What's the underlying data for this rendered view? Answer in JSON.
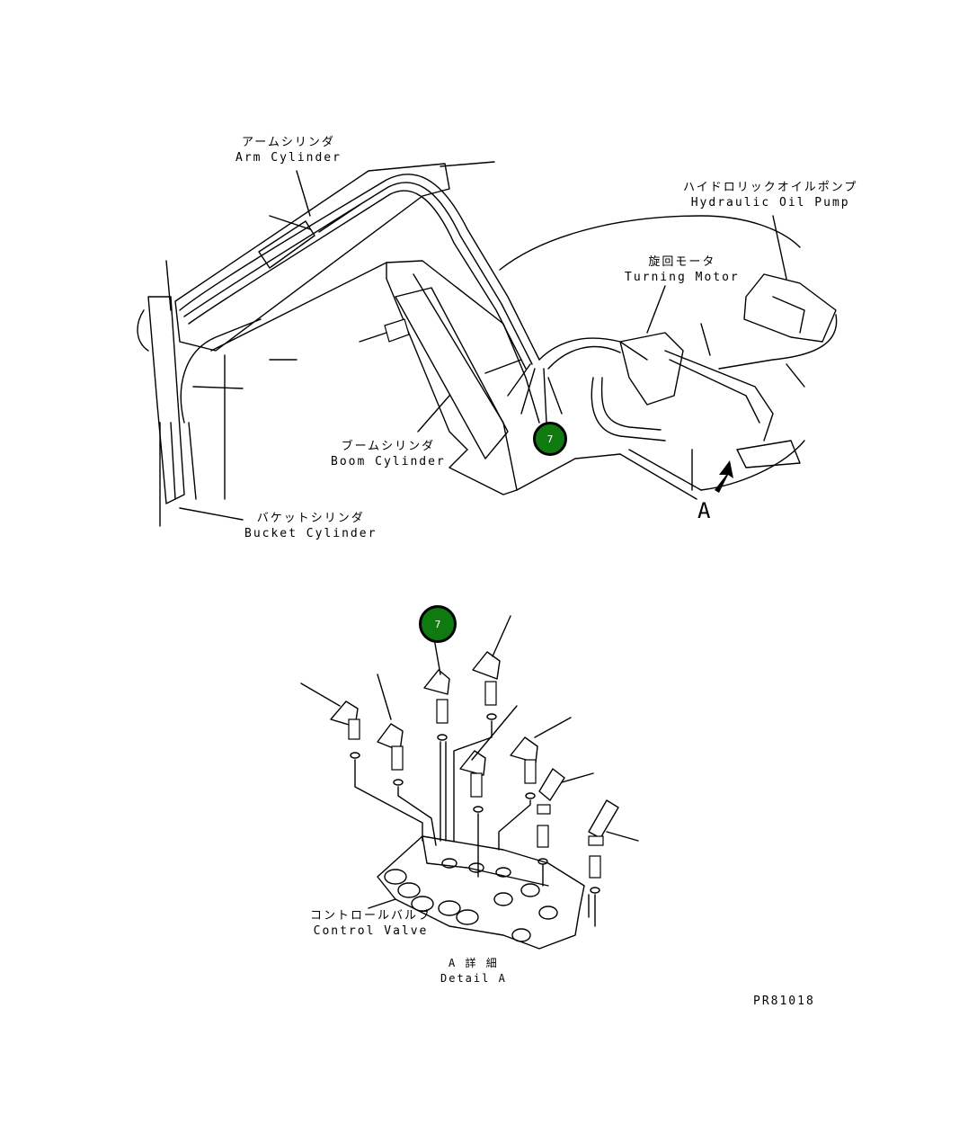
{
  "labels": {
    "arm_cylinder": {
      "jp": "アームシリンダ",
      "en": "Arm Cylinder"
    },
    "hydraulic_pump": {
      "jp": "ハイドロリックオイルポンプ",
      "en": "Hydraulic Oil Pump"
    },
    "turning_motor": {
      "jp": "旋回モータ",
      "en": "Turning Motor"
    },
    "boom_cylinder": {
      "jp": "ブームシリンダ",
      "en": "Boom Cylinder"
    },
    "bucket_cylinder": {
      "jp": "バケットシリンダ",
      "en": "Bucket Cylinder"
    },
    "view_marker": "A",
    "control_valve": {
      "jp": "コントロールバルブ",
      "en": "Control Valve"
    },
    "detail": {
      "jp": "A 詳 細",
      "en": "Detail A"
    },
    "drawing_number": "PR81018"
  },
  "callouts": [
    {
      "number": "7"
    },
    {
      "number": "7"
    }
  ],
  "colors": {
    "callout_fill": "#0f7a0f",
    "line": "#000000",
    "background": "#ffffff"
  }
}
